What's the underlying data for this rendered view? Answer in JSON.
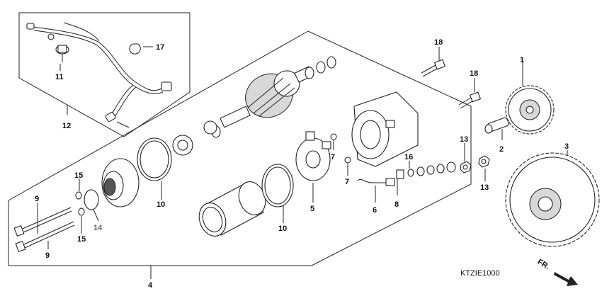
{
  "diagram_code": "KTZIE1000",
  "direction_marker": "FR.",
  "callouts": {
    "c1": "1",
    "c2": "2",
    "c3": "3",
    "c4": "4",
    "c5": "5",
    "c6": "6",
    "c7a": "7",
    "c7b": "7",
    "c8": "8",
    "c9a": "9",
    "c9b": "9",
    "c10a": "10",
    "c10b": "10",
    "c11": "11",
    "c12": "12",
    "c13a": "13",
    "c13b": "13",
    "c14": "14",
    "c15a": "15",
    "c15b": "15",
    "c16": "16",
    "c17": "17",
    "c18a": "18",
    "c18b": "18"
  }
}
